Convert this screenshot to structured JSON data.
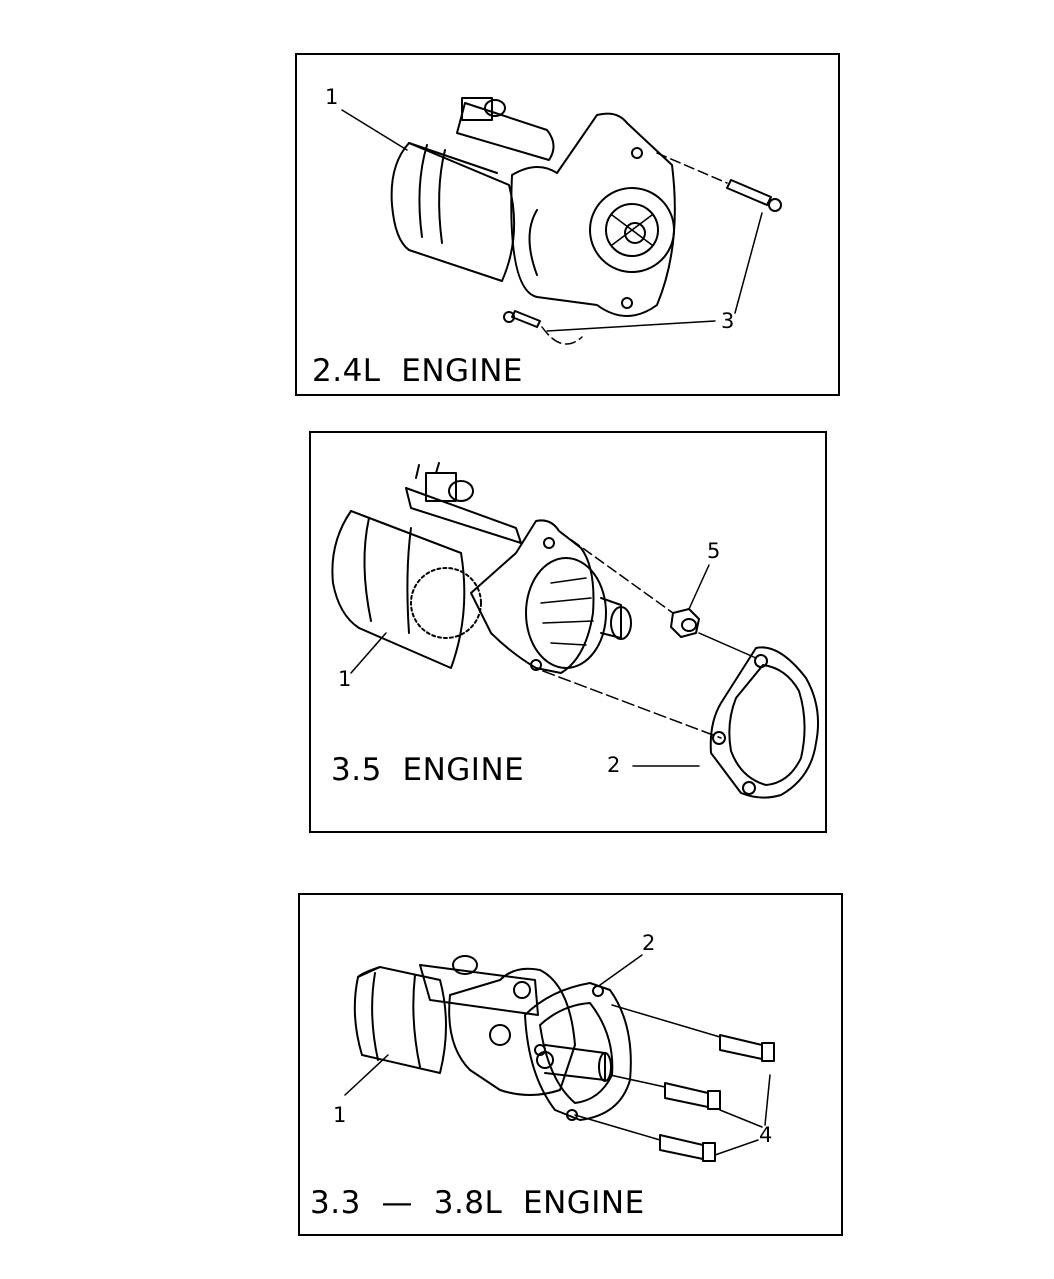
{
  "panels": [
    {
      "caption": "2.4L  ENGINE",
      "callouts": [
        "1",
        "3"
      ]
    },
    {
      "caption": "3.5  ENGINE",
      "callouts": [
        "5",
        "1",
        "2"
      ]
    },
    {
      "caption": "3.3  —  3.8L  ENGINE",
      "callouts": [
        "2",
        "1",
        "4"
      ]
    }
  ]
}
